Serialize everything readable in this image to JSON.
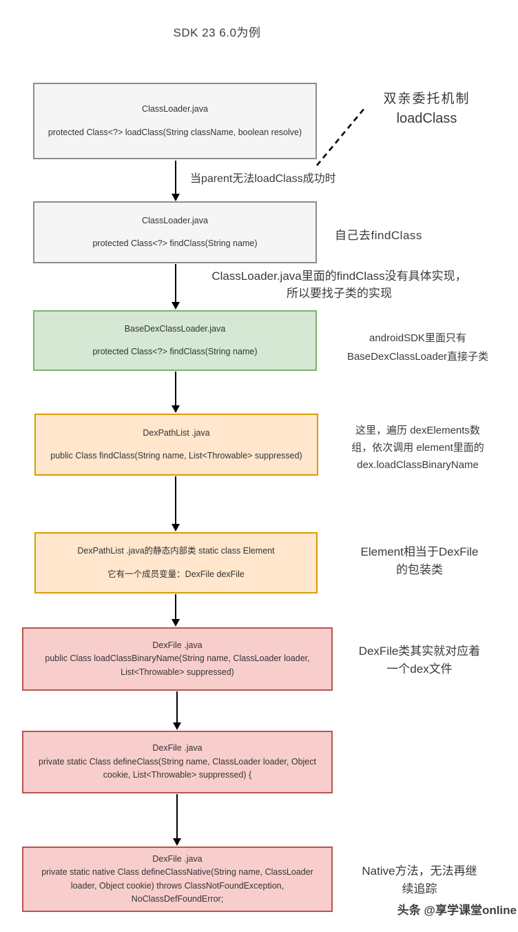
{
  "title": "SDK 23 6.0为例",
  "nodes": [
    {
      "file": "ClassLoader.java",
      "code": "protected Class<?> loadClass(String className, boolean resolve)"
    },
    {
      "file": "ClassLoader.java",
      "code": "protected Class<?> findClass(String name)"
    },
    {
      "file": "BaseDexClassLoader.java",
      "code": "protected Class<?> findClass(String name)"
    },
    {
      "file": "DexPathList .java",
      "code": "public Class findClass(String name, List<Throwable> suppressed)"
    },
    {
      "file": "DexPathList .java的静态内部类 static class Element",
      "code": "它有一个成员变量：DexFile dexFile"
    },
    {
      "file": "DexFile .java",
      "code": "public Class loadClassBinaryName(String name, ClassLoader loader, List<Throwable> suppressed)"
    },
    {
      "file": "DexFile .java",
      "code": "private static Class defineClass(String name, ClassLoader loader, Object cookie, List<Throwable> suppressed) {"
    },
    {
      "file": "DexFile .java",
      "code": "private static native Class defineClassNative(String name, ClassLoader loader, Object cookie) throws ClassNotFoundException, NoClassDefFoundError;"
    }
  ],
  "notes": {
    "delegate": {
      "line1": "双亲委托机制",
      "line2": "loadClass"
    },
    "arrow1_label": "当parent无法loadClass成功时",
    "find_class_self": "自己去findClass",
    "no_impl": {
      "line1": "ClassLoader.java里面的findClass没有具体实现，",
      "line2": "所以要找子类的实现"
    },
    "only_subclass": {
      "line1": "androidSDK里面只有",
      "line2": "BaseDexClassLoader直接子类"
    },
    "traverse": {
      "line1": "这里，遍历 dexElements数",
      "line2": "组，依次调用 element里面的",
      "line3": "dex.loadClassBinaryName"
    },
    "wrapper": {
      "line1": "Element相当于DexFile",
      "line2": "的包装类"
    },
    "dexfile_meaning": {
      "line1": "DexFile类其实就对应着",
      "line2": "一个dex文件"
    },
    "native": {
      "line1": "Native方法，无法再继",
      "line2": "续追踪"
    }
  },
  "watermark": "头条 @享学课堂online",
  "colors": {
    "gray_fill": "#f5f5f5",
    "gray_border": "#8c8c8c",
    "green_fill": "#d5e8d4",
    "green_border": "#82b366",
    "orange_fill": "#ffe6cc",
    "orange_border": "#d79b00",
    "red_fill": "#f8cecc",
    "red_border": "#b85450",
    "ink": "#333333"
  }
}
